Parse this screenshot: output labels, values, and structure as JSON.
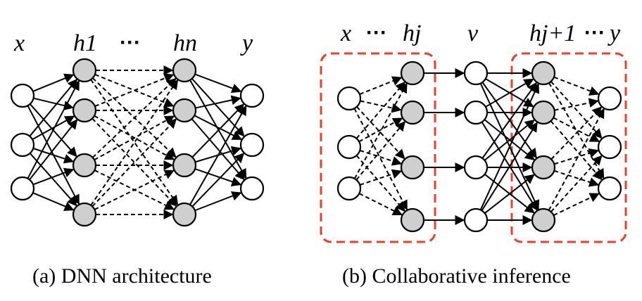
{
  "panel_a": {
    "labels": {
      "x": "x",
      "h1": "h1",
      "dots": "···",
      "hn": "hn",
      "y": "y"
    },
    "caption": "(a) DNN architecture"
  },
  "panel_b": {
    "labels": {
      "x": "x",
      "dots_left": "···",
      "hj": "hj",
      "v": "v",
      "hj1": "hj+1",
      "dots_right": "···",
      "y": "y"
    },
    "caption": "(b) Collaborative inference"
  },
  "colors": {
    "highlight_box": "#e8402a",
    "hidden_node": "#cfcfcf",
    "io_node": "#ffffff"
  }
}
